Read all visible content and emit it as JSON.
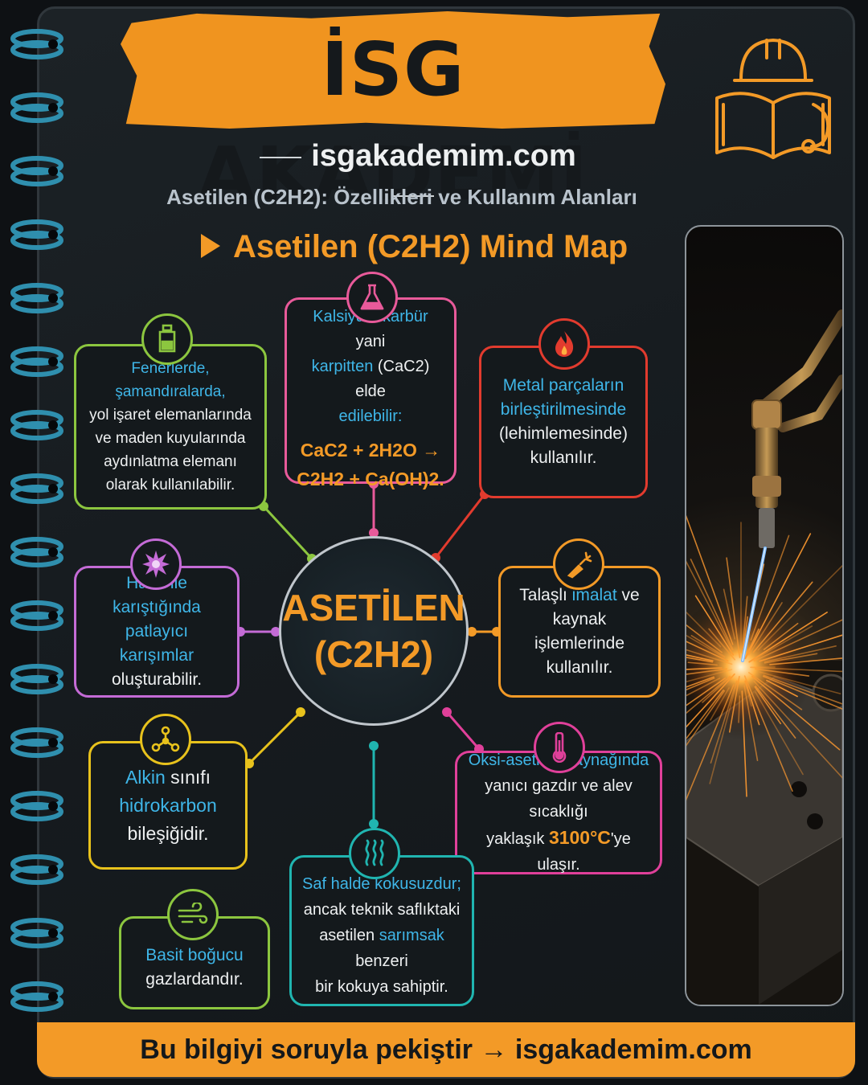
{
  "header": {
    "title": "İSG AKADEMİ",
    "site": "isgakademim.com",
    "subtitle": "Asetilen (C2H2): Özellikleri ve Kullanım Alanları",
    "map_title": "Asetilen (C2H2) Mind Map"
  },
  "center": {
    "line1": "ASETİLEN",
    "line2": "(C2H2)"
  },
  "nodes": {
    "lighting": {
      "hl": "Fenerlerde, şamandıralarda,",
      "rest": "yol işaret elemanlarında ve maden kuyularında aydınlatma elemanı olarak kullanılabilir."
    },
    "carbide": {
      "hl1": "Kalsiyum karbür",
      "t1": " yani ",
      "hl2": "karpitten",
      "t2": " (CaC2) elde ",
      "hl3": "edilebilir:",
      "formula1": "CaC2 + 2H2O →",
      "formula2": "C2H2 + Ca(OH)2."
    },
    "metal": {
      "hl1": "Metal parçaların",
      "hl2": "birleştirilmesinde",
      "t1": "(lehimlemesinde)",
      "t2": "kullanılır."
    },
    "explosive": {
      "hl1": "Hava ile karıştığında",
      "hl2": "patlayıcı karışımlar",
      "t1": "oluşturabilir."
    },
    "machining": {
      "t1": "Talaşlı ",
      "hl1": "imalat",
      "t2": " ve",
      "t3": "kaynak işlemlerinde",
      "t4": "kullanılır."
    },
    "alkyne": {
      "hl1": "Alkin",
      "t1": " sınıfı",
      "hl2": "hidrokarbon",
      "t2": "bileşiğidir."
    },
    "oxy": {
      "hl1": "Oksi-asetilen kaynağında",
      "t1": "yanıcı gazdır ve alev sıcaklığı",
      "t2": "yaklaşık ",
      "hl2": "3100°C",
      "t3": "'ye ulaşır."
    },
    "odor": {
      "hl1": "Saf halde kokusuzdur;",
      "t1": "ancak teknik saflıktaki",
      "t2": "asetilen ",
      "hl2": "sarımsak",
      "t3": " benzeri",
      "t4": "bir kokuya sahiptir."
    },
    "suffocant": {
      "hl1": "Basit boğucu",
      "t1": "gazlardandır."
    }
  },
  "footer": {
    "text": "Bu bilgiyi soruyla pekiştir → isgakademim.com"
  },
  "icons": [
    "hardhat-book-stethoscope-logo",
    "gas-cylinder-icon",
    "flask-icon",
    "flame-icon",
    "explosion-icon",
    "welding-torch-icon",
    "molecule-icon",
    "thermometer-icon",
    "odor-waves-icon",
    "wind-icon"
  ],
  "colors": {
    "accent": "#f39a27",
    "highlight": "#3fb6e8",
    "green": "#8cc63f",
    "pink": "#e85a9a",
    "red": "#e23b2e",
    "purple": "#c46bd6",
    "orange": "#f39a27",
    "yellow": "#e8c21c",
    "magenta": "#e0409a",
    "teal": "#20b5b0"
  }
}
